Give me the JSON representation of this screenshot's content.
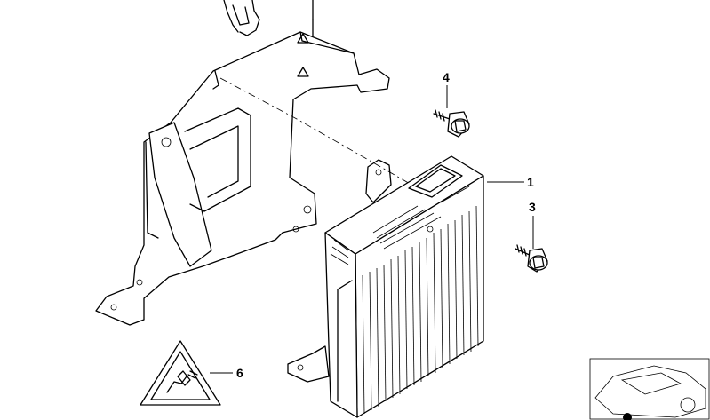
{
  "callouts": [
    {
      "id": "amplifier",
      "label": "1"
    },
    {
      "id": "screw-front",
      "label": "3"
    },
    {
      "id": "screw-top",
      "label": "4"
    },
    {
      "id": "warning-symbol",
      "label": "6"
    }
  ],
  "icons": [
    "bracket",
    "amplifier-unit",
    "hex-screw",
    "warning-triangle",
    "car-thumbnail"
  ]
}
